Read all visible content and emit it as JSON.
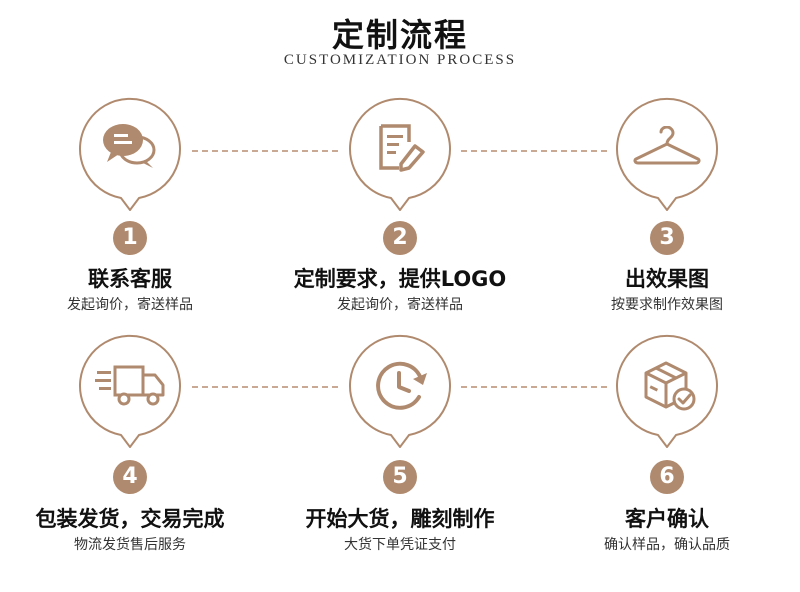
{
  "header": {
    "title": "定制流程",
    "subtitle": "CUSTOMIZATION PROCESS"
  },
  "steps": [
    {
      "number": "1",
      "icon": "chat-bubble-icon",
      "title": "联系客服",
      "desc": "发起询价，寄送样品"
    },
    {
      "number": "2",
      "icon": "edit-document-icon",
      "title": "定制要求，提供LOGO",
      "desc": "发起询价，寄送样品"
    },
    {
      "number": "3",
      "icon": "hanger-icon",
      "title": "出效果图",
      "desc": "按要求制作效果图"
    },
    {
      "number": "4",
      "icon": "delivery-truck-icon",
      "title": "包装发货，交易完成",
      "desc": "物流发货售后服务"
    },
    {
      "number": "5",
      "icon": "time-clock-icon",
      "title": "开始大货，雕刻制作",
      "desc": "大货下单凭证支付"
    },
    {
      "number": "6",
      "icon": "package-check-icon",
      "title": "客户确认",
      "desc": "确认样品，确认品质"
    }
  ],
  "colors": {
    "accent": "#b08a6e",
    "dash": "#c9a993"
  }
}
